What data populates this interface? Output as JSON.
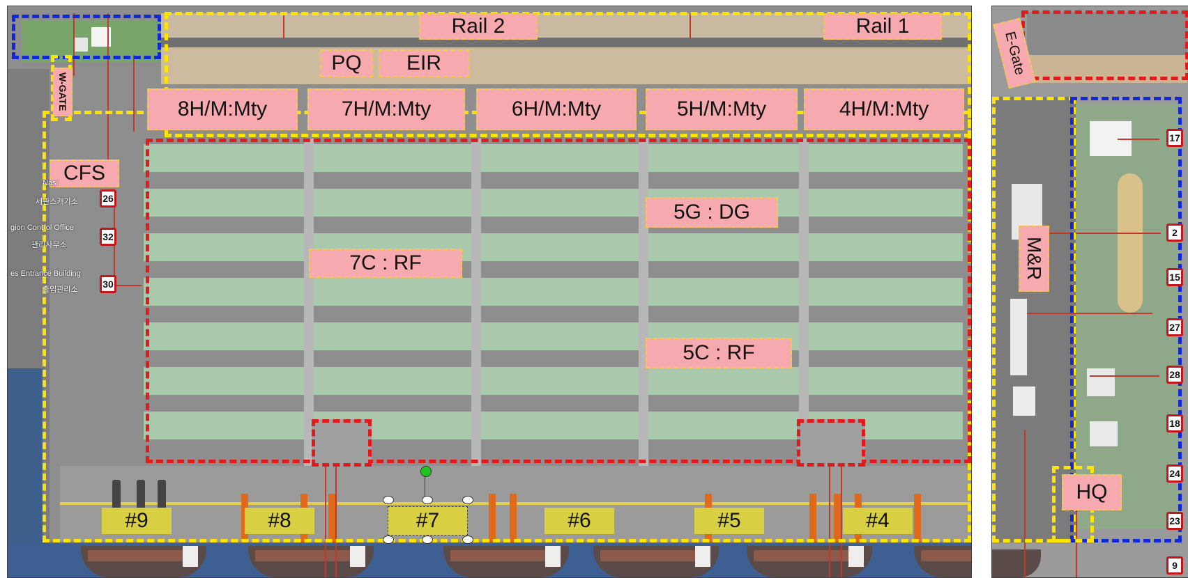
{
  "labels": {
    "rail2": "Rail 2",
    "rail1": "Rail 1",
    "pq": "PQ",
    "eir": "EIR",
    "wgate": "W-GATE",
    "egate": "E-Gate",
    "h8": "8H/M:Mty",
    "h7": "7H/M:Mty",
    "h6": "6H/M:Mty",
    "h5": "5H/M:Mty",
    "h4": "4H/M:Mty",
    "cfs": "CFS",
    "g5": "5G : DG",
    "c7": "7C : RF",
    "c5": "5C : RF",
    "mr": "M&R",
    "hq": "HQ"
  },
  "berths": [
    "#9",
    "#8",
    "#7",
    "#6",
    "#5",
    "#4"
  ],
  "signs_left": [
    "26",
    "32",
    "30"
  ],
  "signs_right": [
    "17",
    "2",
    "15",
    "27",
    "28",
    "18",
    "24",
    "23",
    "9"
  ],
  "annotations_left": [
    "Nasi",
    "세관스캐기소",
    "gion Control Office",
    "관리사무소",
    "es Entrance Building",
    "출입관리소"
  ],
  "colors": {
    "zone_yellow": "#ffe400",
    "zone_red": "#e01b1b",
    "zone_blue": "#1028d8",
    "label_pink": "#f6a9ae",
    "berth_yellow": "#d8cf43"
  }
}
